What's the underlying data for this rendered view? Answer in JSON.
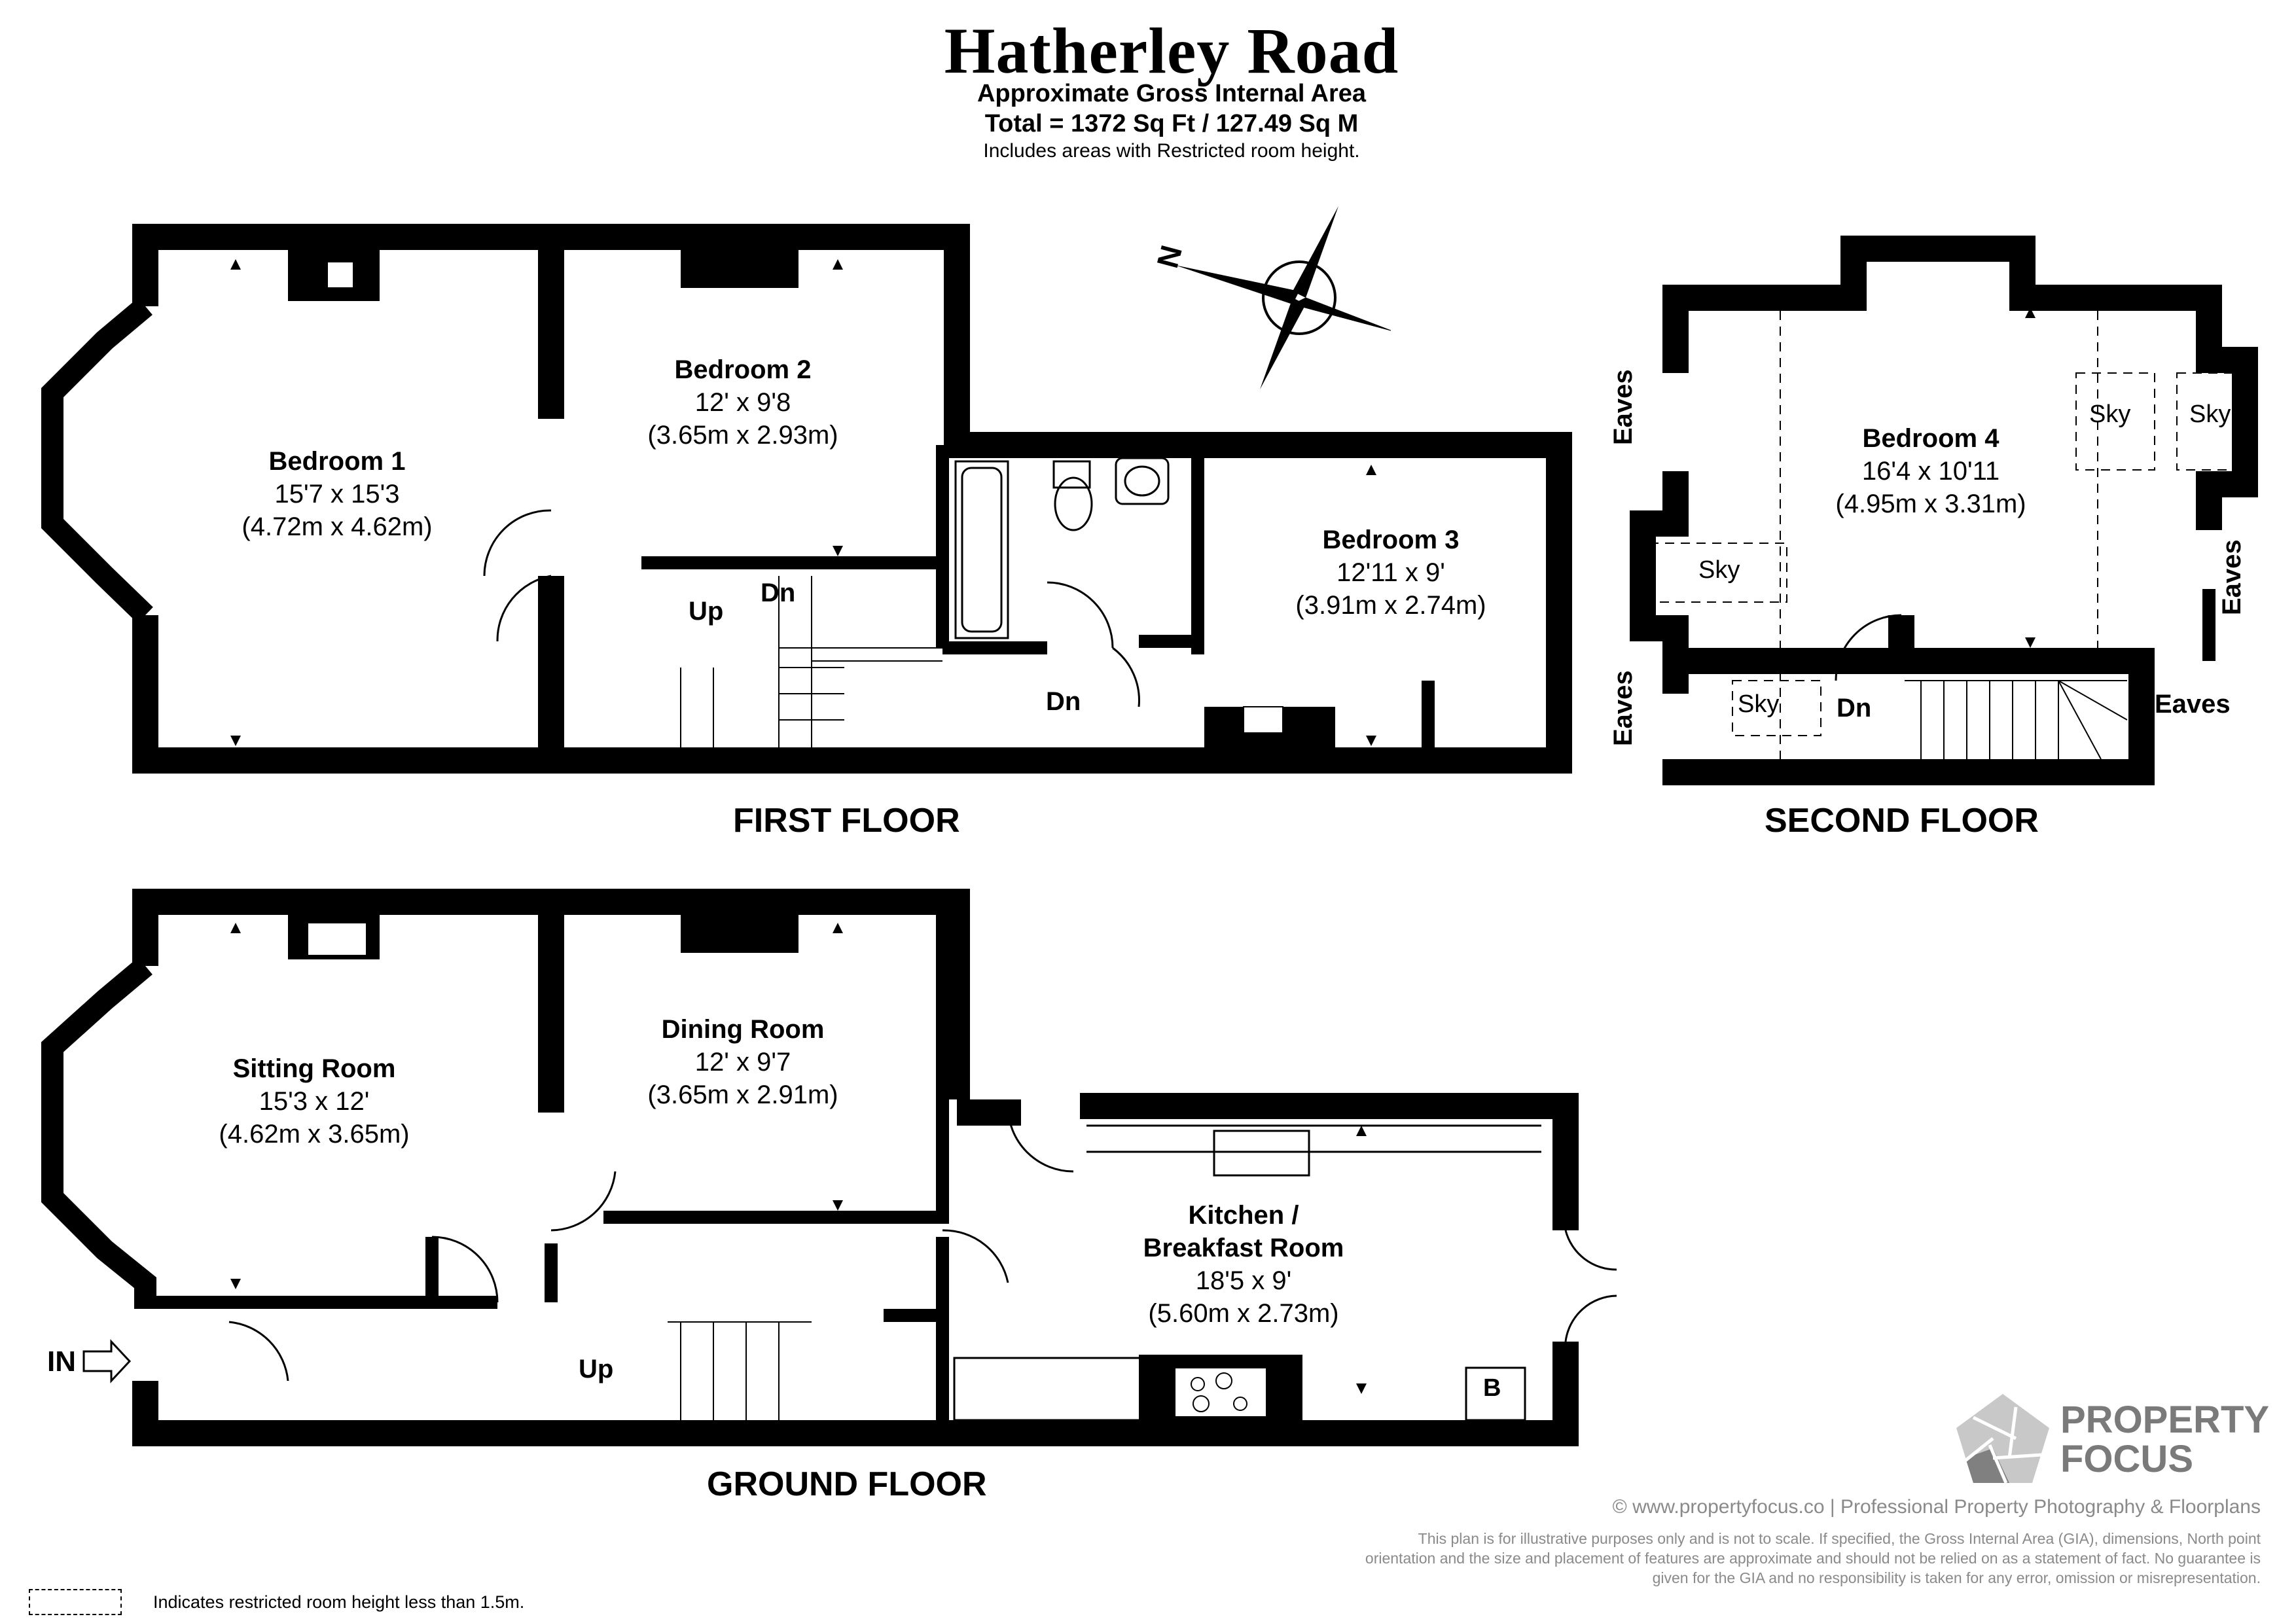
{
  "header": {
    "title": "Hatherley Road",
    "subtitle": "Approximate Gross Internal Area",
    "total": "Total = 1372 Sq Ft / 127.49 Sq M",
    "note": "Includes areas with Restricted room height."
  },
  "floors": {
    "first": {
      "label": "FIRST FLOOR",
      "rooms": [
        {
          "name": "Bedroom 1",
          "imperial": "15'7 x 15'3",
          "metric": "(4.72m x 4.62m)"
        },
        {
          "name": "Bedroom 2",
          "imperial": "12' x 9'8",
          "metric": "(3.65m x 2.93m)"
        },
        {
          "name": "Bedroom 3",
          "imperial": "12'11 x 9'",
          "metric": "(3.91m x 2.74m)"
        }
      ],
      "stairs": {
        "up": "Up",
        "dn1": "Dn",
        "dn2": "Dn"
      }
    },
    "second": {
      "label": "SECOND FLOOR",
      "rooms": [
        {
          "name": "Bedroom 4",
          "imperial": "16'4 x 10'11",
          "metric": "(4.95m x 3.31m)"
        }
      ],
      "skylights": [
        "Sky",
        "Sky",
        "Sky",
        "Sky"
      ],
      "eaves": [
        "Eaves",
        "Eaves",
        "Eaves",
        "Eaves"
      ],
      "stairs": {
        "dn": "Dn"
      }
    },
    "ground": {
      "label": "GROUND FLOOR",
      "rooms": [
        {
          "name": "Sitting Room",
          "imperial": "15'3 x 12'",
          "metric": "(4.62m x 3.65m)"
        },
        {
          "name": "Dining Room",
          "imperial": "12' x 9'7",
          "metric": "(3.65m x 2.91m)"
        },
        {
          "name": "Kitchen /",
          "name2": "Breakfast Room",
          "imperial": "18'5 x 9'",
          "metric": "(5.60m x 2.73m)"
        }
      ],
      "entrance": "IN",
      "stairs": {
        "up": "Up"
      },
      "boiler": "B"
    }
  },
  "compass": {
    "north": "N"
  },
  "legend": {
    "text": "Indicates restricted room height less than 1.5m."
  },
  "footer": {
    "copyright": "© www.propertyfocus.co | Professional Property Photography & Floorplans",
    "disclaimer": "This plan is for illustrative purposes only and is not to scale. If specified, the Gross Internal Area (GIA), dimensions, North point orientation and the size and placement of features are approximate and should not be relied on as a statement of fact. No guarantee is given for the GIA and no responsibility is taken for any error, omission or misrepresentation."
  },
  "brand": {
    "line1": "PROPERTY",
    "line2": "FOCUS",
    "color": "#7a7a7a"
  }
}
